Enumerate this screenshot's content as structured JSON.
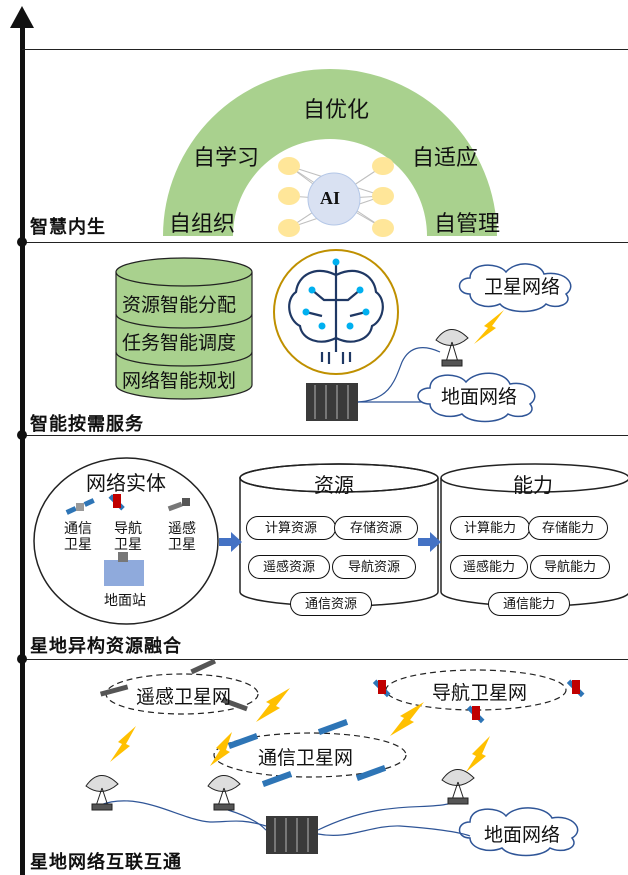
{
  "layers": {
    "l1": {
      "label": "智慧内生",
      "arc": {
        "top": "自优化",
        "left_mid": "自学习",
        "right_mid": "自适应",
        "left_low": "自组织",
        "right_low": "自管理",
        "center": "AI"
      }
    },
    "l2": {
      "label": "智能按需服务",
      "db": [
        "资源智能分配",
        "任务智能调度",
        "网络智能规划"
      ],
      "clouds": {
        "sat": "卫星网络",
        "ground": "地面网络"
      }
    },
    "l3": {
      "label": "星地异构资源融合",
      "entity": {
        "title": "网络实体",
        "items": [
          "通信卫星",
          "导航卫星",
          "遥感卫星",
          "地面站"
        ]
      },
      "resource": {
        "title": "资源",
        "items": [
          "计算资源",
          "存储资源",
          "遥感资源",
          "导航资源",
          "通信资源"
        ]
      },
      "ability": {
        "title": "能力",
        "items": [
          "计算能力",
          "存储能力",
          "遥感能力",
          "导航能力",
          "通信能力"
        ]
      }
    },
    "l4": {
      "label": "星地网络互联互通",
      "nets": {
        "remote": "遥感卫星网",
        "nav": "导航卫星网",
        "comm": "通信卫星网",
        "ground": "地面网络"
      }
    }
  },
  "colors": {
    "arc_green": "#a9d18e",
    "node_yellow": "#ffe699",
    "ai_circle": "#d9e1f2",
    "arrow_blue": "#4472c4",
    "bolt_yellow": "#ffc000",
    "line_blue": "#2f5597"
  }
}
